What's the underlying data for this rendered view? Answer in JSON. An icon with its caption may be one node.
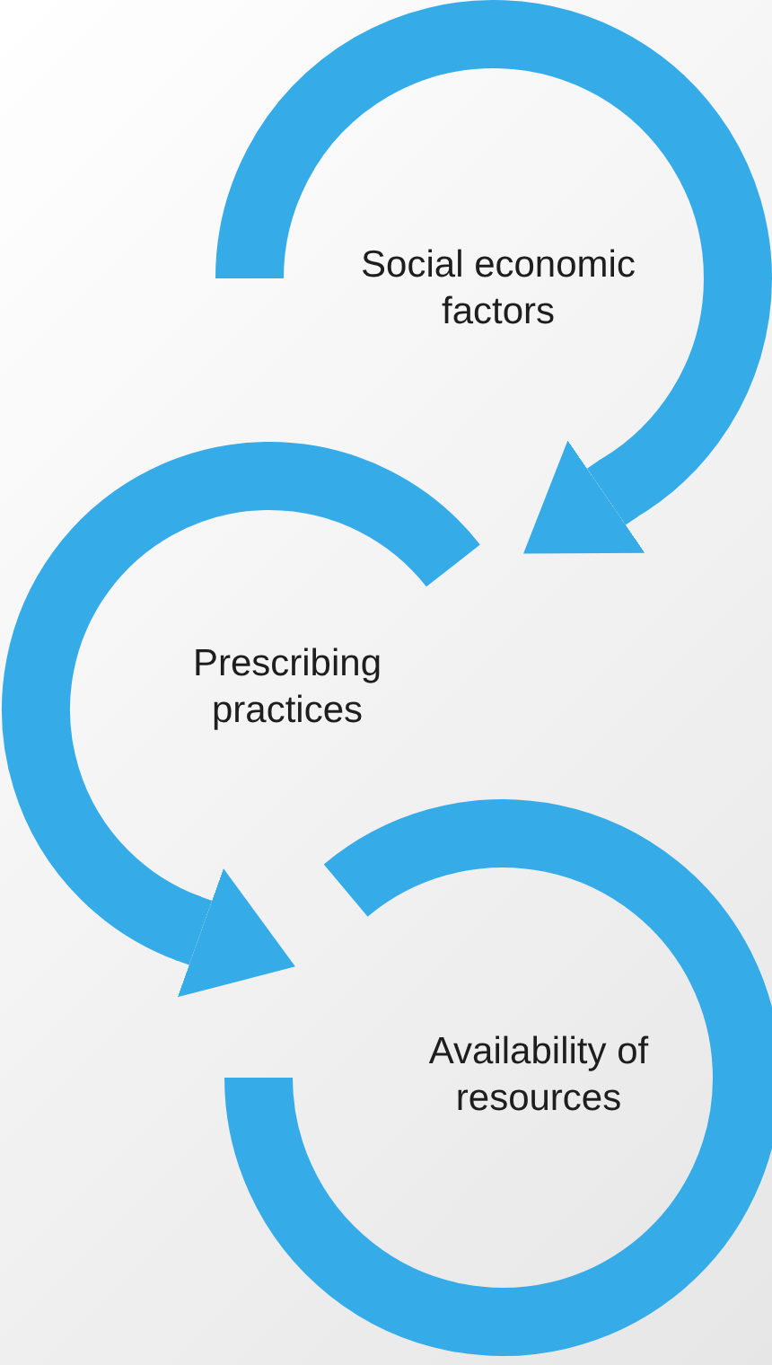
{
  "diagram": {
    "nodes": [
      {
        "text": [
          "Social economic factors"
        ]
      },
      {
        "text": [
          "Prescribing practices"
        ]
      },
      {
        "text": [
          "Availability of resources"
        ]
      }
    ],
    "edges": [
      {
        "from": 0,
        "to": 1,
        "arrow": "to"
      },
      {
        "from": 1,
        "to": 2,
        "arrow": "to"
      }
    ]
  }
}
